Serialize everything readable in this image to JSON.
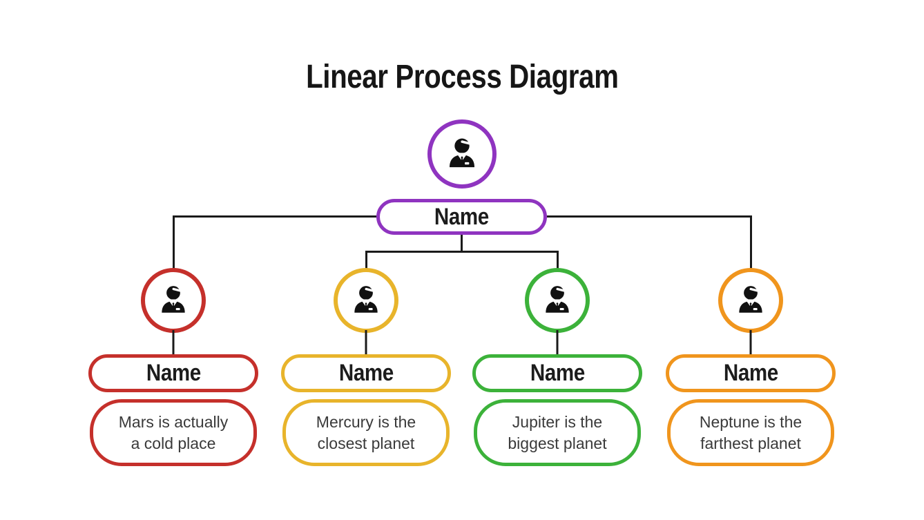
{
  "title": "Linear Process Diagram",
  "diagram": {
    "connector_color": "#1A1A1A",
    "background": "#FFFFFF",
    "icon": "businessman-icon",
    "icon_color": "#111111",
    "root": {
      "name": "Name",
      "color": "#8F34C0"
    },
    "children": [
      {
        "name": "Name",
        "color": "#C5302B",
        "description_line1": "Mars is actually",
        "description_line2": "a cold place"
      },
      {
        "name": "Name",
        "color": "#E8B42B",
        "description_line1": "Mercury is the",
        "description_line2": "closest planet"
      },
      {
        "name": "Name",
        "color": "#3CB23A",
        "description_line1": "Jupiter is the",
        "description_line2": "biggest planet"
      },
      {
        "name": "Name",
        "color": "#F0951D",
        "description_line1": "Neptune is the",
        "description_line2": "farthest planet"
      }
    ]
  }
}
